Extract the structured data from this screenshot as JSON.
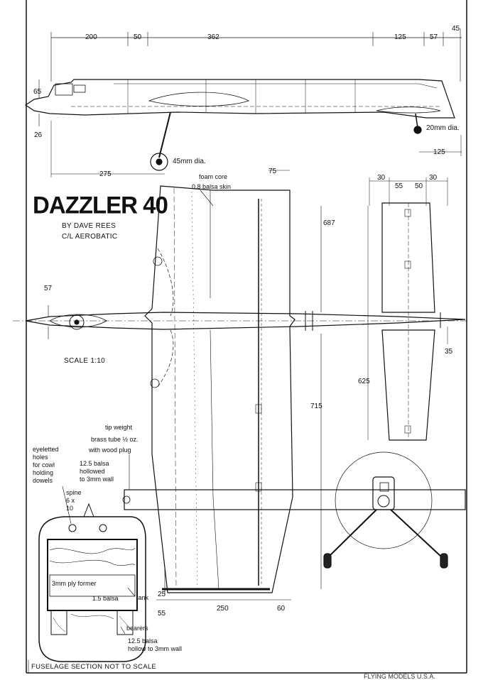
{
  "title": "DAZZLER 40",
  "byline": "BY DAVE REES",
  "category": "C/L AEROBATIC",
  "scale": "SCALE 1:10",
  "section_title": "FUSELAGE SECTION  NOT TO SCALE",
  "publisher": "FLYING MODELS U.S.A.",
  "dimensions": {
    "d200": "200",
    "d50": "50",
    "d362": "362",
    "d125a": "125",
    "d57a": "57",
    "d45": "45",
    "d65": "65",
    "d26": "26",
    "d20dia": "20mm dia.",
    "d125b": "125",
    "d45dia": "45mm dia.",
    "d275": "275",
    "d75": "75",
    "d30a": "30",
    "d55a": "55",
    "d50b": "50",
    "d30b": "30",
    "d687": "687",
    "d57b": "57",
    "d35": "35",
    "d625": "625",
    "d715": "715",
    "d25": "25",
    "d55b": "55",
    "d250": "250",
    "d60": "60"
  },
  "notes": {
    "foam_core": "foam core",
    "balsa_skin": "0.8 balsa skin",
    "tip_weight": "tip weight",
    "brass_tube": "brass tube ½ oz.",
    "wood_plug": "with wood plug",
    "eyeletted": "eyeletted\nholes\nfor cowl\nholding\ndowels",
    "balsa_hollowed": "12.5 balsa\nhollowed\nto 3mm wall",
    "spine": "spine\n6 x\n10",
    "ply_former": "3mm ply former",
    "balsa_15": "1.5 balsa",
    "tank": "tank",
    "bearers": "bearers",
    "balsa_bottom": "12.5 balsa\nhollow to 3mm wall"
  }
}
